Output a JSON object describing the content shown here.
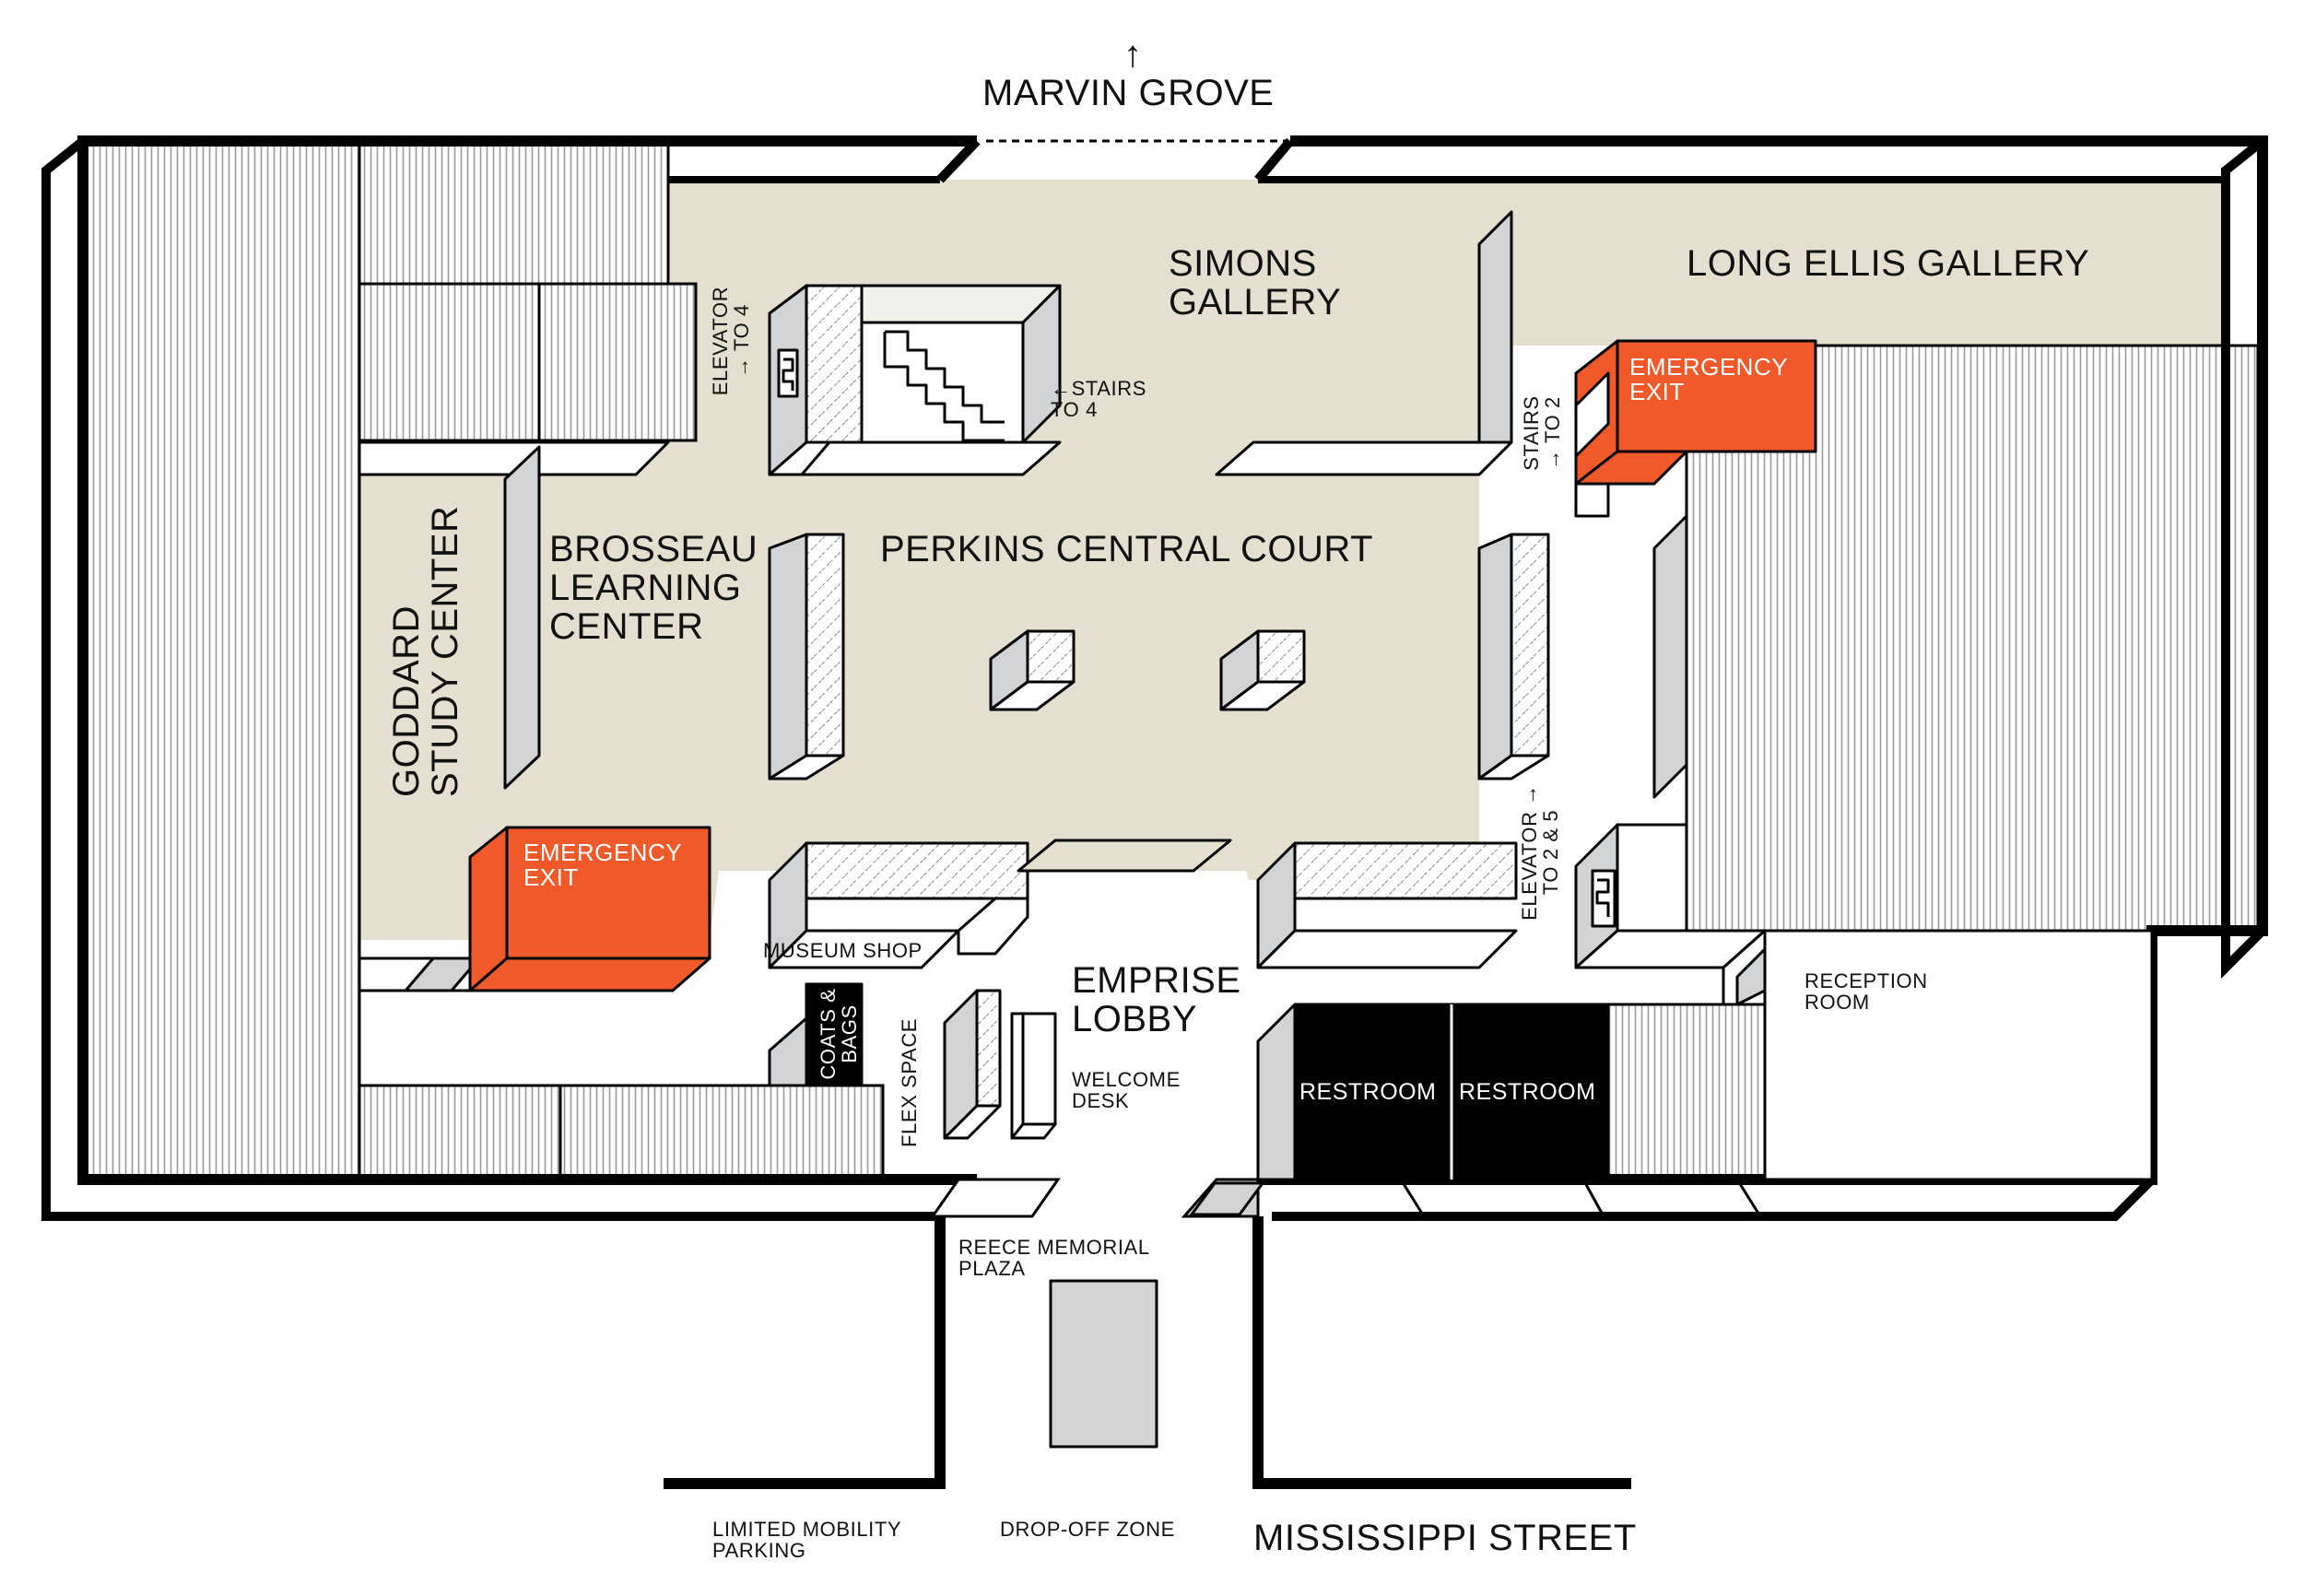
{
  "colors": {
    "floor": "#e5dfd0",
    "wall": "#000000",
    "exit": "#f05a2a",
    "block": "#d1d3d4",
    "restroom": "#000000",
    "hatch": "#8a8a8a"
  },
  "north": {
    "label": "MARVIN GROVE",
    "icon": "arrow-up-icon"
  },
  "rooms": {
    "simons_gallery": "SIMONS GALLERY",
    "long_ellis_gallery": "LONG ELLIS GALLERY",
    "perkins_central_court": "PERKINS CENTRAL COURT",
    "brosseau_learning_center": "BROSSEAU LEARNING CENTER",
    "goddard_study_center": "GODDARD STUDY CENTER",
    "emprise_lobby": "EMPRISE LOBBY",
    "museum_shop": "MUSEUM SHOP",
    "coats_bags": "COATS & BAGS",
    "flex_space": "FLEX SPACE",
    "welcome_desk": "WELCOME DESK",
    "reception_room": "RECEPTION ROOM",
    "restroom_1": "RESTROOM",
    "restroom_2": "RESTROOM",
    "reece_memorial_plaza": "REECE MEMORIAL PLAZA"
  },
  "exits": {
    "west": "EMERGENCY EXIT",
    "east": "EMERGENCY EXIT"
  },
  "vertical": {
    "elevator_to_4": "ELEVATOR → TO 4",
    "stairs_to_4": "←STAIRS TO 4",
    "stairs_to_2": "STAIRS → TO 2",
    "elevator_to_2_5": "ELEVATOR → TO 2 & 5"
  },
  "street": {
    "limited_mobility_parking": "LIMITED MOBILITY PARKING",
    "drop_off_zone": "DROP-OFF ZONE",
    "mississippi_street": "MISSISSIPPI STREET"
  }
}
